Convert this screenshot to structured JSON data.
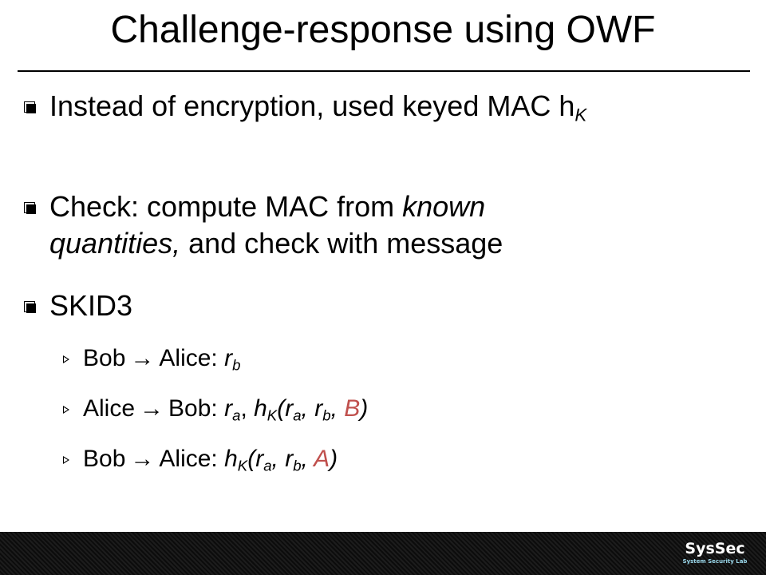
{
  "slide": {
    "title": "Challenge-response using OWF"
  },
  "bullets": {
    "b1_text": "Instead of encryption, used keyed MAC h",
    "b1_sub": "K",
    "b2_text_a": "Check: compute MAC from ",
    "b2_italic_1": "known",
    "b2_italic_2": "quantities,",
    "b2_text_b": " and check with message",
    "b3_text": "SKID3"
  },
  "protocol": {
    "step1": {
      "from": "Bob",
      "arrow": "→",
      "to": "Alice:",
      "r": "r",
      "r_sub": "b"
    },
    "step2": {
      "from": "Alice",
      "arrow": "→",
      "to": "Bob:",
      "r": "r",
      "r_sub": "a",
      "sep1": ", ",
      "h": "h",
      "h_sub": "K",
      "paren_open": "(",
      "ra": "r",
      "ra_sub": "a",
      "sep2": ", ",
      "rb": "r",
      "rb_sub": "b",
      "sep3": ", ",
      "id": "B",
      "paren_close": ")"
    },
    "step3": {
      "from": "Bob",
      "arrow": "→",
      "to": "Alice:",
      "h": "h",
      "h_sub": "K",
      "paren_open": "(",
      "ra": "r",
      "ra_sub": "a",
      "sep1": ", ",
      "rb": "r",
      "rb_sub": "b",
      "sep2": ", ",
      "id": "A",
      "paren_close": ")"
    }
  },
  "footer": {
    "logo_main": "SysSec",
    "logo_sub": "System Security Lab"
  },
  "colors": {
    "accent_red": "#c0504d",
    "footer_bg": "#141414",
    "logo_sub": "#9ad7ea"
  }
}
